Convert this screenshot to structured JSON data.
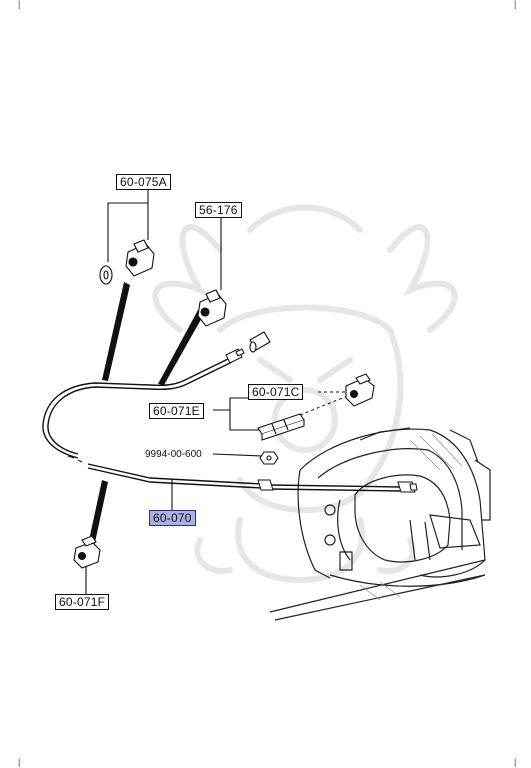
{
  "callouts": {
    "c1": "60-075A",
    "c2": "56-176",
    "c3": "60-071C",
    "c4": "60-071E",
    "c5": "60-070",
    "c6": "60-071F"
  },
  "part_number": "9994-00-600",
  "highlight_color": "#aab0e6",
  "watermark": "samurai helmet emblem"
}
